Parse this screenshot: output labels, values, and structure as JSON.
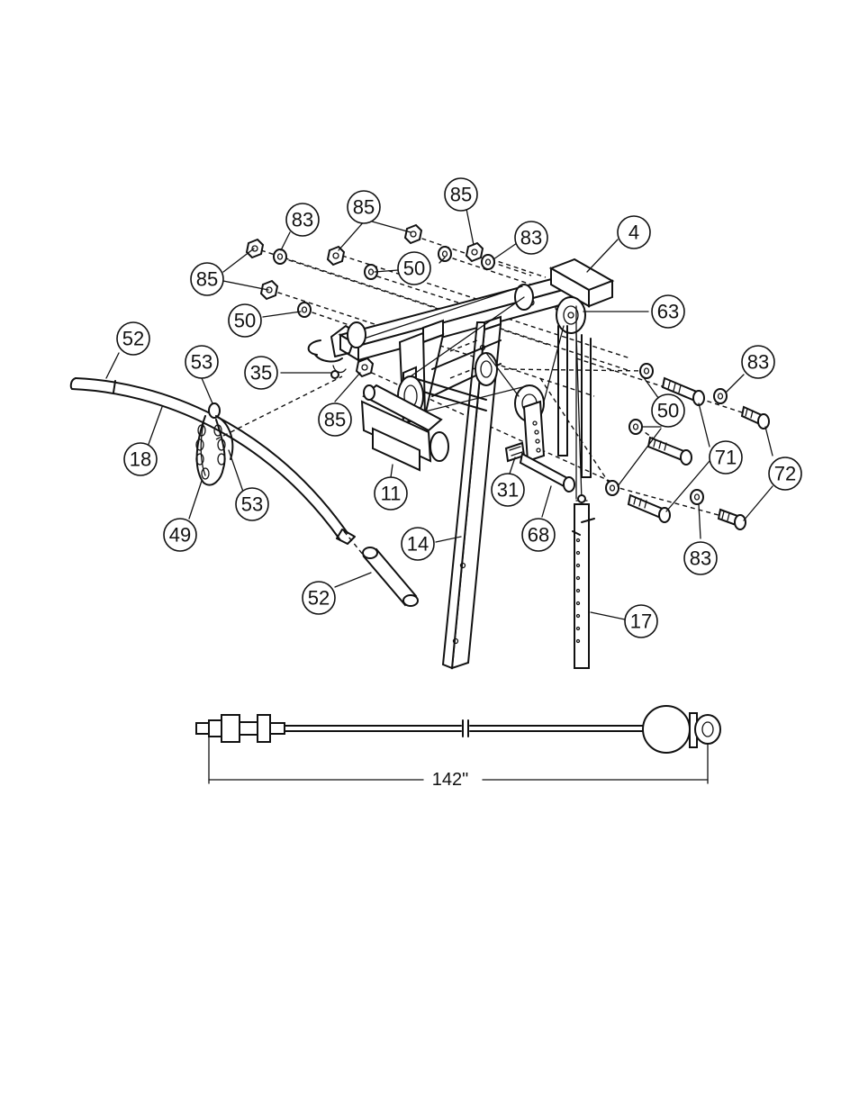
{
  "callouts": [
    {
      "id": "c83a",
      "label": "83"
    },
    {
      "id": "c85a",
      "label": "85"
    },
    {
      "id": "c85b",
      "label": "85"
    },
    {
      "id": "c83b",
      "label": "83"
    },
    {
      "id": "c4",
      "label": "4"
    },
    {
      "id": "c85c",
      "label": "85"
    },
    {
      "id": "c50a",
      "label": "50"
    },
    {
      "id": "c50b",
      "label": "50"
    },
    {
      "id": "c63",
      "label": "63"
    },
    {
      "id": "c52a",
      "label": "52"
    },
    {
      "id": "c53a",
      "label": "53"
    },
    {
      "id": "c35",
      "label": "35"
    },
    {
      "id": "c83c",
      "label": "83"
    },
    {
      "id": "c85d",
      "label": "85"
    },
    {
      "id": "c50c",
      "label": "50"
    },
    {
      "id": "c18",
      "label": "18"
    },
    {
      "id": "c71",
      "label": "71"
    },
    {
      "id": "c11",
      "label": "11"
    },
    {
      "id": "c31",
      "label": "31"
    },
    {
      "id": "c53b",
      "label": "53"
    },
    {
      "id": "c72",
      "label": "72"
    },
    {
      "id": "c49",
      "label": "49"
    },
    {
      "id": "c68",
      "label": "68"
    },
    {
      "id": "c14",
      "label": "14"
    },
    {
      "id": "c83d",
      "label": "83"
    },
    {
      "id": "c52b",
      "label": "52"
    },
    {
      "id": "c17",
      "label": "17"
    }
  ],
  "cable_dimension": "142\""
}
